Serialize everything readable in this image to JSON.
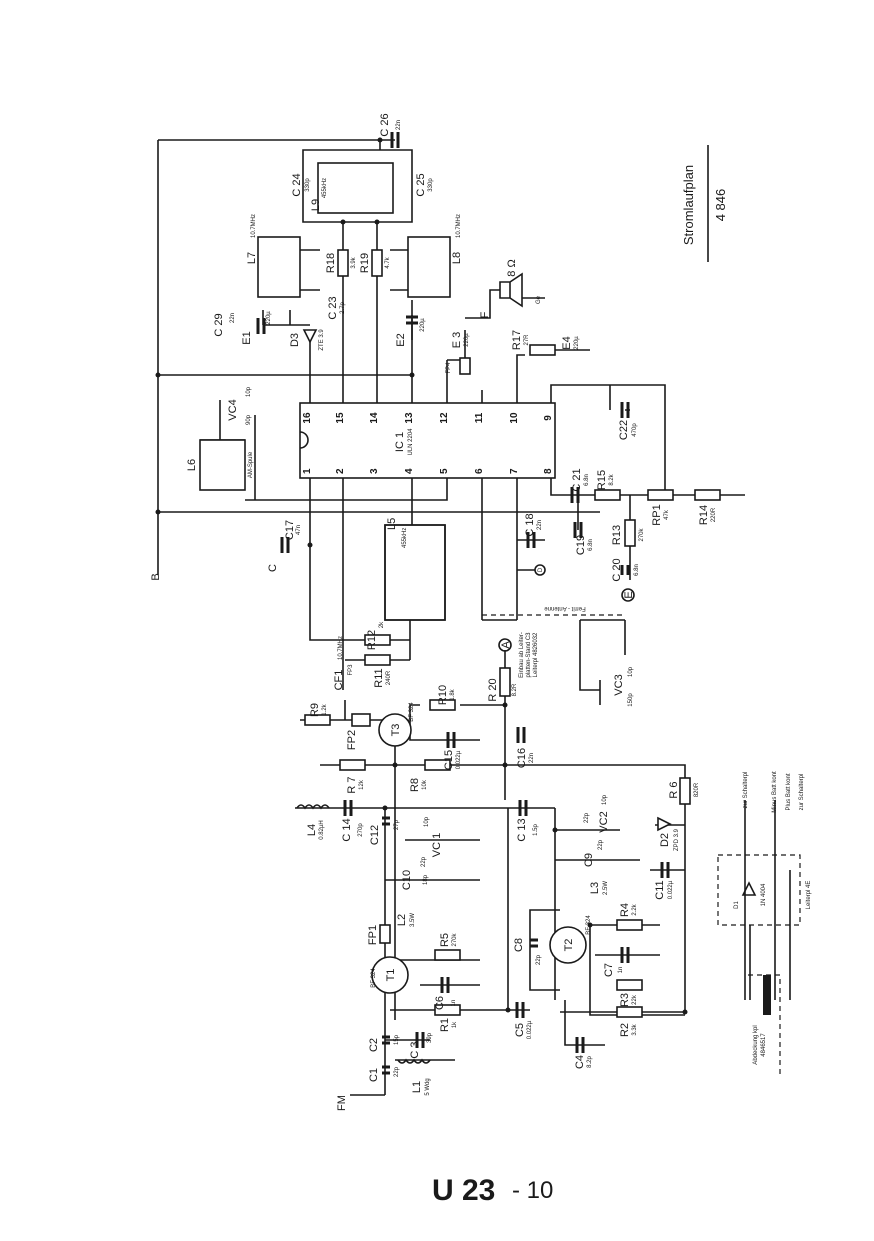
{
  "title": {
    "name": "Stromlaufplan",
    "number": "4 846"
  },
  "footer": {
    "page_code": "U 23",
    "page_num": "- 10"
  },
  "ic": {
    "label": "IC 1",
    "type": "ULN 2204",
    "pins_top": [
      "16",
      "15",
      "14",
      "13",
      "12",
      "11",
      "10",
      "9"
    ],
    "pins_bottom": [
      "1",
      "2",
      "3",
      "4",
      "5",
      "6",
      "7",
      "8"
    ]
  },
  "components": {
    "C26": {
      "ref": "C 26",
      "val": "22n"
    },
    "C24": {
      "ref": "C 24",
      "val": "330p"
    },
    "C25": {
      "ref": "C 25",
      "val": "330p"
    },
    "L9": {
      "ref": "L9",
      "val": "455kHz"
    },
    "L7": {
      "ref": "L7",
      "val": "10.7MHz"
    },
    "L8": {
      "ref": "L8",
      "val": "10.7MHz"
    },
    "R18": {
      "ref": "R18",
      "val": "3.9k"
    },
    "R19": {
      "ref": "R19",
      "val": "4.7k"
    },
    "C23": {
      "ref": "C 23",
      "val": "2.7p"
    },
    "C29": {
      "ref": "C 29",
      "val": "22n"
    },
    "E1": {
      "ref": "E1",
      "val": "220µ"
    },
    "D3": {
      "ref": "D3",
      "val": "ZTE 3.9"
    },
    "E2": {
      "ref": "E2",
      "val": "220µ"
    },
    "E3": {
      "ref": "E 3",
      "val": "220µ"
    },
    "FP4": {
      "ref": "FP4"
    },
    "F": {
      "ref": "F"
    },
    "speaker": {
      "val": "8 Ω"
    },
    "Ge": {
      "ref": "Ge"
    },
    "R17": {
      "ref": "R17",
      "val": "27R"
    },
    "E4": {
      "ref": "E4",
      "val": "220µ"
    },
    "C22": {
      "ref": "C22",
      "val": "470p"
    },
    "VC4": {
      "ref": "VC4",
      "val1": "10p",
      "val2": "90p"
    },
    "L6": {
      "ref": "L6",
      "val": "AM-Spule"
    },
    "C21": {
      "ref": "C 21",
      "val": "6.8n"
    },
    "R15": {
      "ref": "R15",
      "val": "8.2k"
    },
    "RP1": {
      "ref": "RP1",
      "val": "47k"
    },
    "R14": {
      "ref": "R14",
      "val": "220R"
    },
    "C19": {
      "ref": "C19",
      "val": "6.8n"
    },
    "R13": {
      "ref": "R13",
      "val": "270k"
    },
    "C20": {
      "ref": "C 20",
      "val": "6.8n"
    },
    "C17": {
      "ref": "C17",
      "val": "47n"
    },
    "L5": {
      "ref": "L5",
      "val": "455kHz"
    },
    "C18": {
      "ref": "C 18",
      "val": "22n"
    },
    "ferrite": {
      "label": "Ferrit - Antenne"
    },
    "R12": {
      "ref": "R12",
      "val": "2k"
    },
    "R11": {
      "ref": "R11",
      "val": "240R"
    },
    "CF1": {
      "ref": "CF1",
      "val": "10.7MHz"
    },
    "FP3": {
      "ref": "FP3"
    },
    "R20": {
      "ref": "R 20",
      "val": "8.2R"
    },
    "R20_note": {
      "line1": "Einbau ab Leiter-",
      "line2": "platten-Stand C3",
      "line3": "Leiterpl 4826032"
    },
    "VC3": {
      "ref": "VC3",
      "val1": "10p",
      "val2": "150p"
    },
    "R9": {
      "ref": "R9",
      "val": "1.2k"
    },
    "FP2": {
      "ref": "FP2"
    },
    "T3": {
      "ref": "T3",
      "val": "BF 324"
    },
    "R10": {
      "ref": "R10",
      "val": "1.8k"
    },
    "C15": {
      "ref": "C15",
      "val": "0.022µ"
    },
    "C16": {
      "ref": "C16",
      "val": "22n"
    },
    "R7": {
      "ref": "R 7",
      "val": "12k"
    },
    "R8": {
      "ref": "R8",
      "val": "10k"
    },
    "R6": {
      "ref": "R 6",
      "val": "820R"
    },
    "L4": {
      "ref": "L4",
      "val": "0.82µH"
    },
    "C14": {
      "ref": "C 14",
      "val": "270p"
    },
    "C12": {
      "ref": "C12",
      "val": "27p"
    },
    "VC1": {
      "ref": "VC 1",
      "val1": "10p",
      "val2": "22p"
    },
    "C13": {
      "ref": "C 13",
      "val": "1.5p"
    },
    "VC2": {
      "ref": "VC2",
      "val1": "10p",
      "val2": "22p"
    },
    "D2": {
      "ref": "D2",
      "val": "ZPD 3.9"
    },
    "C10": {
      "ref": "C10",
      "val": "18p"
    },
    "L2": {
      "ref": "L2",
      "val": "3.5W"
    },
    "FP1": {
      "ref": "FP1"
    },
    "T1": {
      "ref": "T1",
      "val": "BF 324"
    },
    "R5": {
      "ref": "R5",
      "val": "270k"
    },
    "C6": {
      "ref": "C6",
      "val": "1n"
    },
    "C9": {
      "ref": "C9",
      "val": "22p"
    },
    "L3": {
      "ref": "L3",
      "val": "2.5W"
    },
    "C11": {
      "ref": "C11",
      "val": "0.022µ"
    },
    "C8": {
      "ref": "C8",
      "val": "22p"
    },
    "T2": {
      "ref": "T2",
      "val": "BF 324"
    },
    "R4": {
      "ref": "R4",
      "val": "2.2k"
    },
    "C7": {
      "ref": "C7",
      "val": "1n"
    },
    "R3": {
      "ref": "R3",
      "val": "22k"
    },
    "R2": {
      "ref": "R2",
      "val": "3.3k"
    },
    "R1": {
      "ref": "R1",
      "val": "1k"
    },
    "C5": {
      "ref": "C5",
      "val": "0.022µ"
    },
    "C4": {
      "ref": "C4",
      "val": "8.2p"
    },
    "C2": {
      "ref": "C2",
      "val": "15p"
    },
    "C3": {
      "ref": "C 3",
      "val": "39p"
    },
    "C1": {
      "ref": "C1",
      "val": "22p"
    },
    "L1": {
      "ref": "L1",
      "val": "5 Wdg"
    },
    "D1": {
      "ref": "D1",
      "val": "1N 4004"
    }
  },
  "terminals": {
    "A": "A",
    "B": "B",
    "C": "C",
    "D": "D",
    "E": "E",
    "FM": "FM"
  },
  "right_panel": {
    "wire1": "zur Schalterpl",
    "wire2": "Minus Batt kont",
    "wire3": "Plus Batt kont",
    "wire4": "zur Schalterpl",
    "board": "Leiterpl 4E",
    "cover": "Abdeckung kpl",
    "cover_num": "4846517"
  }
}
